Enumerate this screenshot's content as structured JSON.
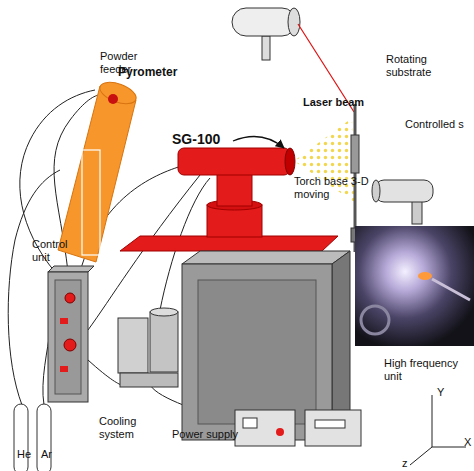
{
  "diagram": {
    "labels": [
      "Pyrometer",
      "Powder feeder",
      "SG-100",
      "Laser beam",
      "Rotating substrate",
      "Controlled s",
      "Torch base 3-D moving",
      "Control unit",
      "High frequency unit",
      "Cooling system",
      "Power supply",
      "He",
      "Ar",
      "Y",
      "X",
      "z"
    ]
  }
}
